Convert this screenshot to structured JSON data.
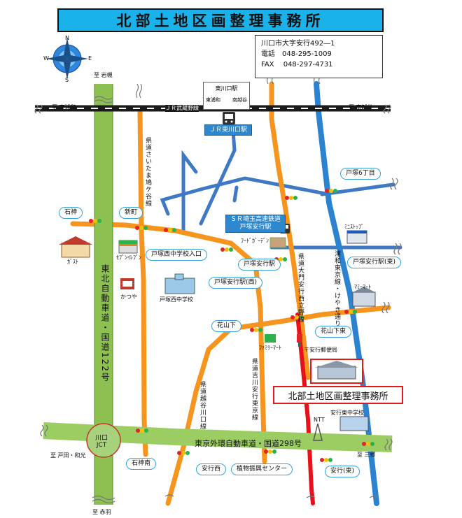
{
  "title": "北部土地区画整理事務所",
  "info": {
    "address": "川口市大字安行492―1",
    "tel": "電話　048-295-1009",
    "fax": "FAX　 048-297-4731"
  },
  "compass": {
    "n": "N",
    "s": "S",
    "e": "E",
    "w": "W"
  },
  "directions": {
    "iwatsuki": "至 岩槻",
    "higashiurawa": "至 東浦和",
    "minamikoshigaya": "至 南越谷",
    "toda": "至 戸田・和光",
    "misato": "至 三郷",
    "akabane": "至 赤羽"
  },
  "rail": {
    "jr_line": "ＪＲ武蔵野線",
    "jr_station": "ＪＲ東川口駅",
    "sr_station_line1": "ＳＲ埼玉高速鉄道",
    "sr_station_line2": "戸塚安行駅",
    "station_sign_title": "東川口駅",
    "station_sign_left": "東浦和",
    "station_sign_right": "南越谷"
  },
  "roads": {
    "tohoku_expressway": "東北自動車道・国道122号",
    "gaikan": "東京外環自動車道・国道298号",
    "saitama_hatogaya": "県道さいたま鳩ケ谷線",
    "daimon_anjo": "県道大門安行西立野線",
    "urawa_tokyo": "浦和東京線・けやき通り",
    "koshigaya_kawaguchi": "県道越谷川口線",
    "yoshikawa_tokyo": "県道吉川安行東京線"
  },
  "bubbles": {
    "totsuka6": "戸塚6丁目",
    "ishigami": "石神",
    "shinmachi": "新町",
    "nishi_iriguchi": "戸塚西中学校入口",
    "totsuka_anjo_station": "戸塚安行駅",
    "totsuka_anjo_station_west": "戸塚安行駅(西)",
    "totsuka_anjo_station_east": "戸塚安行駅(東)",
    "hanayamashita": "花山下",
    "hanayamashita_east": "花山下東",
    "kawaguchi_jct": "川口\nJCT",
    "ishigami_minami": "石神南",
    "anjo_nishi": "安行西",
    "plant_center": "植物振興センター",
    "anjo_east": "安行(東)"
  },
  "landmarks": {
    "gusto": "ｶﾞｽﾄ",
    "seven": "ｾﾌﾞﾝｲﾚﾌﾞﾝ",
    "katsuya": "かつや",
    "nishi_jhs": "戸塚西中学校",
    "food_garden": "ﾌｰﾄﾞｶﾞｰﾃﾞﾝ",
    "ministop": "ﾐﾆｽﾄｯﾌﾟ",
    "mamimart": "ﾏﾐｰﾏｰﾄ",
    "familymart": "ﾌｧﾐﾘｰﾏｰﾄ",
    "post_office": "〒安行郵便局",
    "ntt": "NTT",
    "higashi_jhs": "安行東中学校"
  },
  "office_label": "北部土地区画整理事務所",
  "colors": {
    "title_bg": "#19b2ea",
    "expressway": "#8cc152",
    "prefectural_road": "#f7941d",
    "blue_road": "#2a6fc0",
    "light_blue_road": "#2b9cd8",
    "red_road": "#e8111b",
    "rail": "#1a1a1a",
    "office_frame": "#e01919"
  }
}
